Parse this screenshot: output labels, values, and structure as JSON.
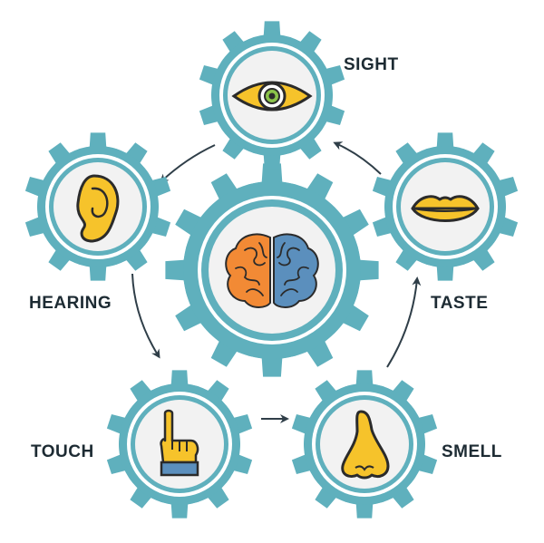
{
  "colors": {
    "background": "#ffffff",
    "gear": "#5fb0bd",
    "gear_ring": "#ffffff",
    "gear_face": "#f2f2f2",
    "icon_fill": "#f6c32b",
    "icon_stroke": "#2b2b2b",
    "brain_left": "#f28a35",
    "brain_right": "#5b8fbd",
    "arrow": "#2f3e48",
    "label": "#1d2b33"
  },
  "center": {
    "name": "brain",
    "icon": "brain-icon"
  },
  "senses": [
    {
      "id": "sight",
      "label": "SIGHT",
      "icon": "eye-icon"
    },
    {
      "id": "hearing",
      "label": "HEARING",
      "icon": "ear-icon"
    },
    {
      "id": "touch",
      "label": "TOUCH",
      "icon": "pointing-hand-icon"
    },
    {
      "id": "smell",
      "label": "SMELL",
      "icon": "nose-icon"
    },
    {
      "id": "taste",
      "label": "TASTE",
      "icon": "lips-icon"
    }
  ],
  "cycle": [
    "sight",
    "hearing",
    "touch",
    "smell",
    "taste",
    "sight"
  ]
}
